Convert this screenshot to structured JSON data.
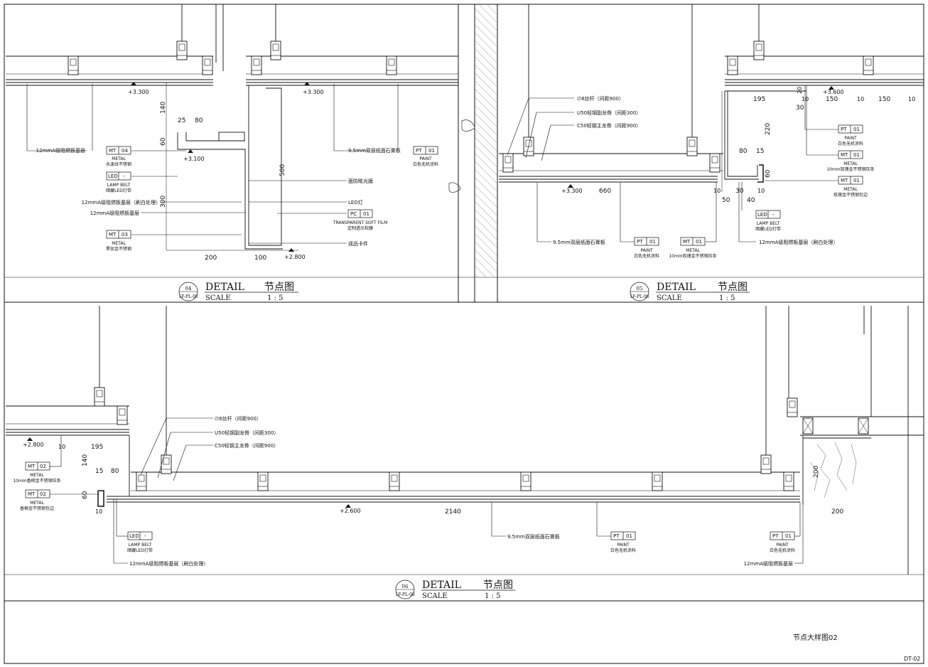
{
  "sheet": {
    "title": "节点大样图02",
    "number": "DT-02"
  },
  "details": [
    {
      "id": "04",
      "ref": "1F-PL-06",
      "title_en": "DETAIL",
      "title_cn": "节点图",
      "scale_label": "SCALE",
      "scale": "1 : 5",
      "levels": [
        "+3.300",
        "+3.300",
        "+3.100",
        "+2.800"
      ],
      "dims": [
        "140",
        "60",
        "25",
        "80",
        "300",
        "500",
        "200",
        "100"
      ],
      "callouts_left": [
        {
          "text": "12mmA级阻燃板基层",
          "code": "MT",
          "num": "04",
          "mat": "METAL",
          "desc": "水波纹不锈钢"
        },
        {
          "text": "",
          "code": "LED",
          "num": "-",
          "mat": "LAMP BELT",
          "desc": "暗藏LED灯带"
        },
        {
          "text": "12mmA级阻燃板基层（刷白处理）",
          "code": "",
          "num": "",
          "mat": "",
          "desc": ""
        },
        {
          "text": "12mmA级阻燃板基层",
          "code": "",
          "num": "",
          "mat": "",
          "desc": ""
        },
        {
          "text": "",
          "code": "MT",
          "num": "03",
          "mat": "METAL",
          "desc": "黑钛金不锈钢"
        }
      ],
      "callouts_right": [
        {
          "text": "9.5mm双层纸面石膏板",
          "code": "PT",
          "num": "01",
          "mat": "PAINT",
          "desc": "白色无机涂料"
        },
        {
          "text": "面防眩光膜"
        },
        {
          "text": "LED灯"
        },
        {
          "text": "",
          "code": "PC",
          "num": "01",
          "mat": "TRANSPARENT SOFT FILM",
          "desc": "定制透光软膜"
        },
        {
          "text": "成品卡件"
        }
      ]
    },
    {
      "id": "05",
      "ref": "1F-PL-06",
      "title_en": "DETAIL",
      "title_cn": "节点图",
      "scale_label": "SCALE",
      "scale": "1 : 5",
      "levels": [
        "+3.300",
        "+3.600"
      ],
      "dims": [
        "660",
        "50",
        "10",
        "30",
        "40",
        "10",
        "80",
        "15",
        "220",
        "60",
        "195",
        "20",
        "10",
        "150",
        "10",
        "150",
        "10",
        "30"
      ],
      "notes": [
        "∅8丝杆（间距900）",
        "U50轻钢副龙骨（间距300）",
        "C50轻钢主龙骨（间距900）",
        "9.5mm双层纸面石膏板",
        "12mmA级阻燃板基层（刷白处理）"
      ],
      "tags": [
        {
          "code": "PT",
          "num": "01",
          "mat": "PAINT",
          "desc": "白色无机涂料"
        },
        {
          "code": "MT",
          "num": "01",
          "mat": "METAL",
          "desc": "10mm玫瑰金不锈钢压条"
        },
        {
          "code": "MT",
          "num": "01",
          "mat": "METAL",
          "desc": "玫瑰金不锈钢包边"
        },
        {
          "code": "LED",
          "num": "-",
          "mat": "LAMP BELT",
          "desc": "暗藏LED灯带"
        },
        {
          "code": "PT",
          "num": "01",
          "mat": "PAINT",
          "desc": "白色无机涂料"
        },
        {
          "code": "MT",
          "num": "01",
          "mat": "METAL",
          "desc": "10mm玫瑰金不锈钢压条"
        }
      ]
    },
    {
      "id": "06",
      "ref": "1F-PL-06",
      "title_en": "DETAIL",
      "title_cn": "节点图",
      "scale_label": "SCALE",
      "scale": "1 : 5",
      "levels": [
        "+2.800",
        "+2.600"
      ],
      "dims": [
        "10",
        "195",
        "140",
        "15",
        "80",
        "60",
        "10",
        "2140",
        "200",
        "200"
      ],
      "notes": [
        "∅8丝杆（间距900）",
        "U50轻钢副龙骨（间距300）",
        "C50轻钢主龙骨（间距900）",
        "9.5mm双层纸面石膏板",
        "12mmA级阻燃板基层（刷白处理）",
        "12mmA级阻燃板基层"
      ],
      "tags": [
        {
          "code": "MT",
          "num": "02",
          "mat": "METAL",
          "desc": "10mm香槟金不锈钢压条"
        },
        {
          "code": "MT",
          "num": "02",
          "mat": "METAL",
          "desc": "香槟金不锈钢包边"
        },
        {
          "code": "LED",
          "num": "-",
          "mat": "LAMP BELT",
          "desc": "暗藏LED灯带"
        },
        {
          "code": "PT",
          "num": "01",
          "mat": "PAINT",
          "desc": "白色无机涂料"
        },
        {
          "code": "PT",
          "num": "01",
          "mat": "PAINT",
          "desc": "白色无机涂料"
        }
      ]
    }
  ]
}
